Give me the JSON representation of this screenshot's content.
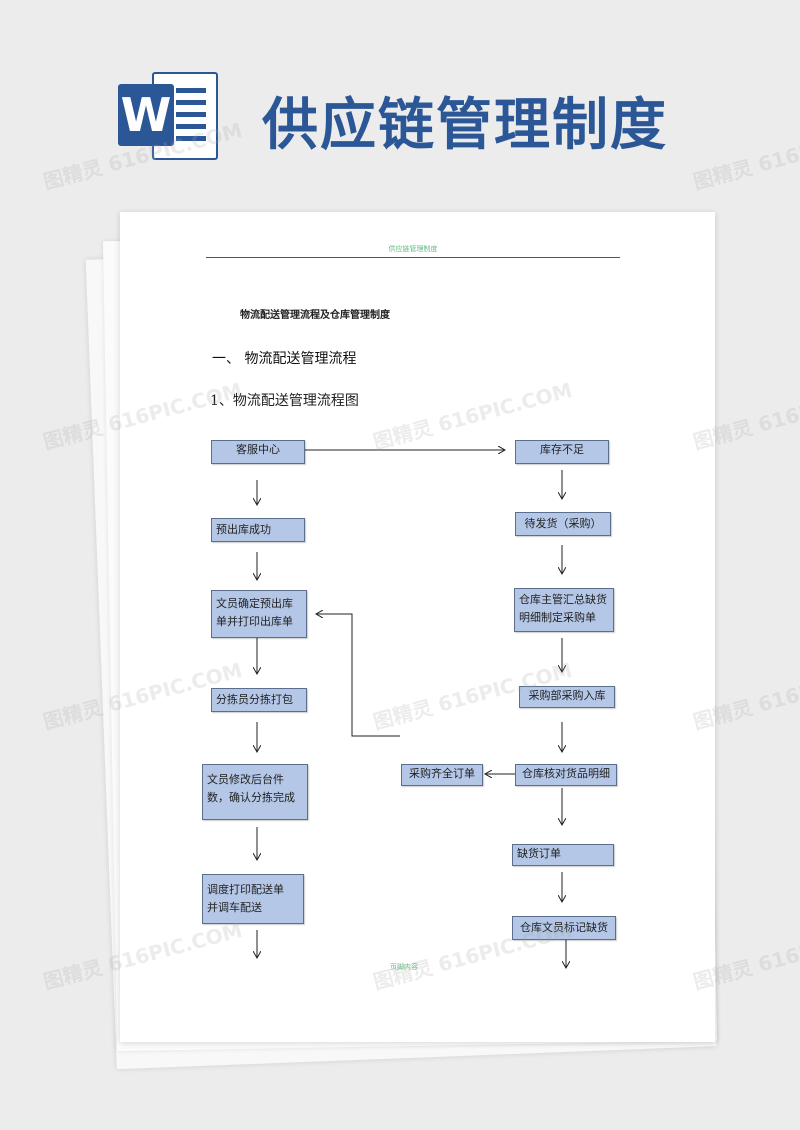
{
  "banner": {
    "app_badge": "W",
    "title": "供应链管理制度"
  },
  "page": {
    "header": "供应链管理制度",
    "title": "物流配送管理流程及仓库管理制度",
    "section_heading": "一、  物流配送管理流程",
    "subheading": "1、物流配送管理流程图",
    "footer": "页脚内容"
  },
  "flowchart": {
    "left": {
      "customer_service": "客服中心",
      "pre_out_success": "预出库成功",
      "clerk_confirm": [
        "文员确定预出库",
        "单并打印出库单"
      ],
      "sort_pack": "分拣员分拣打包",
      "clerk_modify": [
        "文员修改后台件",
        "数，确认分拣完成"
      ],
      "dispatch": [
        "调度打印配送单",
        "并调车配送"
      ]
    },
    "right": {
      "stock_short": "库存不足",
      "await_ship": "待发货（采购）",
      "supervisor": [
        "仓库主管汇总缺货",
        "明细制定采购单"
      ],
      "purchase_in": "采购部采购入库",
      "verify": "仓库核对货品明细",
      "shortage_order": "缺货订单",
      "clerk_mark": "仓库文员标记缺货"
    },
    "middle": {
      "purchase_complete": "采购齐全订单"
    }
  },
  "watermark": "图精灵 616PIC.COM"
}
